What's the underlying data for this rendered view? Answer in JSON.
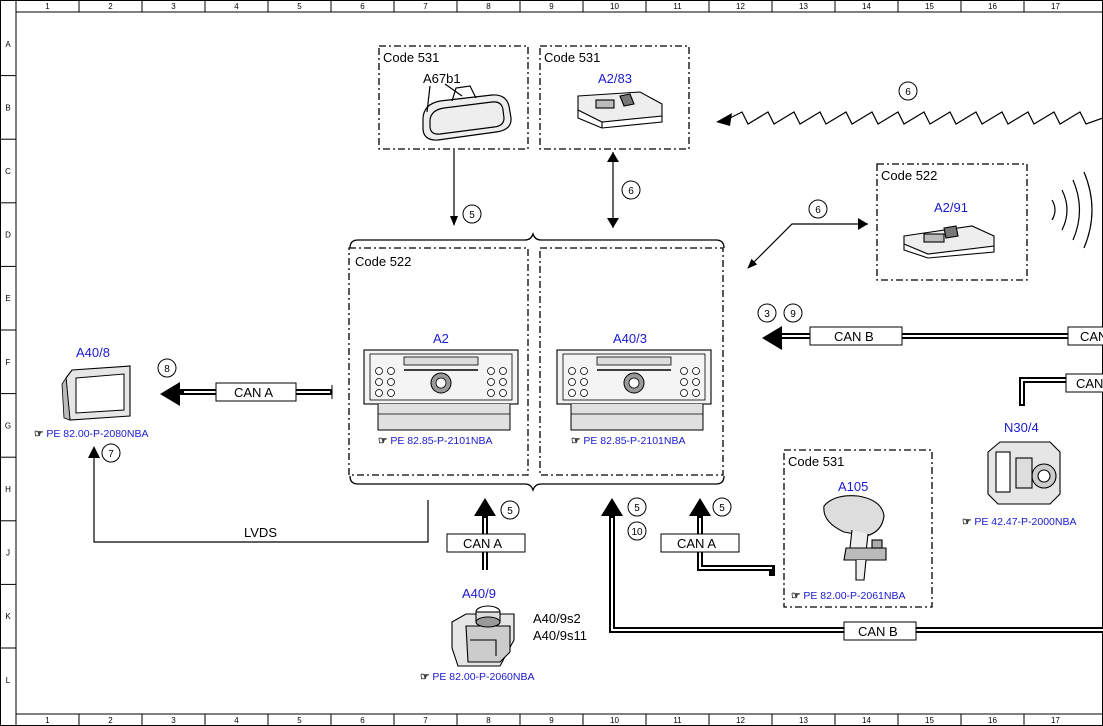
{
  "grid": {
    "columns": [
      "1",
      "2",
      "3",
      "4",
      "5",
      "6",
      "7",
      "8",
      "9",
      "10",
      "11",
      "12",
      "13",
      "14",
      "15",
      "16",
      "17"
    ],
    "rows": [
      "A",
      "B",
      "C",
      "D",
      "E",
      "F",
      "G",
      "H",
      "J",
      "K",
      "L"
    ]
  },
  "code_labels": {
    "a67b1_box": "Code 531",
    "a283_box": "Code 531",
    "a291_box": "Code 522",
    "a2_box": "Code 522",
    "a105_box": "Code 531"
  },
  "components": {
    "a67b1": "A67b1",
    "a283": "A2/83",
    "a291": "A2/91",
    "a2": "A2",
    "a403": "A40/3",
    "a408": "A40/8",
    "a409": "A40/9",
    "a409_sub1": "A40/9s2",
    "a409_sub2": "A40/9s11",
    "a105": "A105",
    "n304": "N30/4"
  },
  "references": {
    "a408": "PE 82.00-P-2080NBA",
    "a2": "PE 82.85-P-2101NBA",
    "a403": "PE 82.85-P-2101NBA",
    "a409": "PE 82.00-P-2060NBA",
    "a105": "PE 82.00-P-2061NBA",
    "n304": "PE 42.47-P-2000NBA"
  },
  "buses": {
    "can_a_left": "CAN A",
    "can_a_a409": "CAN A",
    "can_a_a105": "CAN A",
    "can_b_top": "CAN B",
    "can_b_top_right": "CAN",
    "can_n304": "CAN",
    "can_b_bottom": "CAN B",
    "lvds": "LVDS"
  },
  "callouts": {
    "c5_a67b1": "5",
    "c6_a283": "6",
    "c6_a291": "6",
    "c6_top": "6",
    "c3": "3",
    "c9": "9",
    "c8": "8",
    "c7": "7",
    "c5_a409": "5",
    "c5_a403": "5",
    "c10": "10",
    "c5_a105": "5"
  }
}
